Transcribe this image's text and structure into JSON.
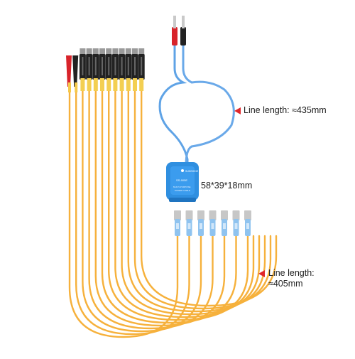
{
  "product": {
    "box_brand": "SUNSHINE",
    "box_model": "SS-905E",
    "box_text_line1": "MULTI-PURPOSE",
    "box_text_line2": "POWER CABLE"
  },
  "annotations": {
    "upper_line_length": "Line length: ≈435mm",
    "box_dimensions": "58*39*18mm",
    "lower_line_length_1": "Line length:",
    "lower_line_length_2": "≈405mm"
  },
  "colors": {
    "orange_cable": "#f6b13c",
    "blue_cable": "#6aa9e9",
    "box_blue": "#2f8fe0",
    "annotation_marker": "#e0262b",
    "red_plug": "#d8232a",
    "connector_black": "#222222"
  },
  "counts": {
    "orange_cables": 12,
    "usb_connectors": 7
  }
}
